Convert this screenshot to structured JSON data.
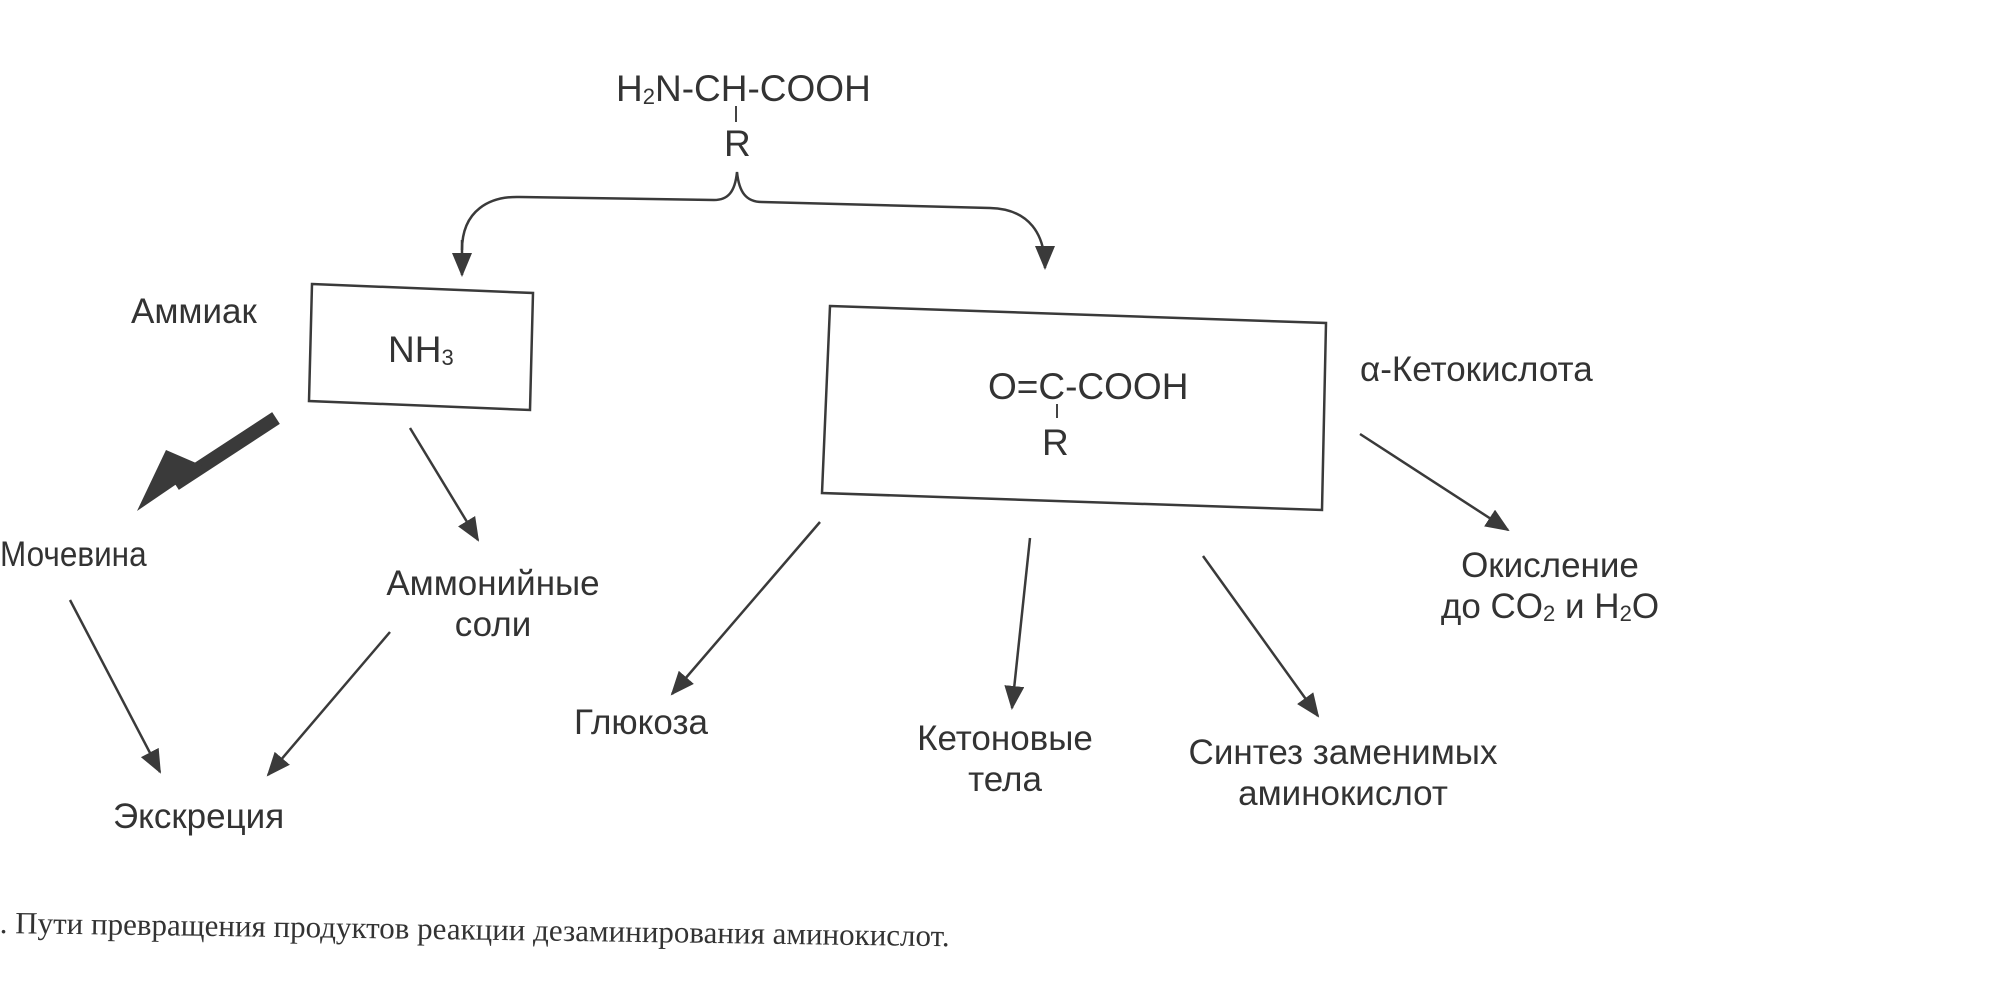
{
  "diagram": {
    "amino_acid": {
      "formula_main": "H",
      "formula_sub": "2",
      "formula_rest": "N-CH-COOH",
      "radical": "R"
    },
    "ammonia": {
      "label": "Аммиак",
      "formula_main": "NH",
      "formula_sub": "3"
    },
    "keto_acid": {
      "label": "α-Кетокислота",
      "formula": "O=C-COOH",
      "radical": "R"
    },
    "products": {
      "urea": "Мочевина",
      "ammonium_salts": [
        "Аммонийные",
        "соли"
      ],
      "excretion": "Экскреция",
      "glucose": "Глюкоза",
      "ketone_bodies": [
        "Кетоновые",
        "тела"
      ],
      "synthesis": [
        "Синтез заменимых",
        "аминокислот"
      ],
      "oxidation_line1": "Окисление",
      "oxidation_prefix": "до CO",
      "oxidation_sub1": "2",
      "oxidation_mid": " и H",
      "oxidation_sub2": "2",
      "oxidation_suffix": "O"
    },
    "caption": ". Пути превращения продуктов реакции дезаминирования аминокислот."
  },
  "colors": {
    "ink": "#333333",
    "arrow": "#3a3a3a",
    "background": "#ffffff"
  }
}
